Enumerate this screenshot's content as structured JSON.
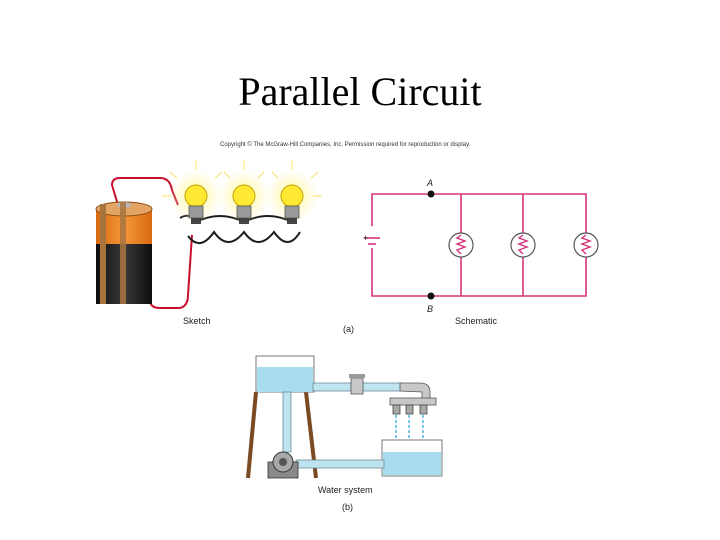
{
  "slide": {
    "title": "Parallel Circuit",
    "copyright": "Copyright © The McGraw-Hill Companies, Inc. Permission required for reproduction or display."
  },
  "figure_a": {
    "sketch_label": "Sketch",
    "schematic_label": "Schematic",
    "caption": "(a)",
    "node_a": "A",
    "node_b": "B",
    "battery_plus": "+",
    "battery_minus": "−"
  },
  "figure_b": {
    "label": "Water system",
    "caption": "(b)"
  },
  "colors": {
    "wire": "#c8102e",
    "schematic_wire": "#d6337a",
    "battery_orange": "#f07f1f",
    "battery_black": "#1e1e1e",
    "bulb_yellow": "#ffe933",
    "water": "#a9dcf0",
    "pipe": "#bfe3ef",
    "wood": "#7a4a22"
  },
  "icons": [
    "battery-icon",
    "light-bulb-icon",
    "resistor-icon",
    "faucet-icon",
    "pump-icon",
    "water-tank-icon"
  ]
}
